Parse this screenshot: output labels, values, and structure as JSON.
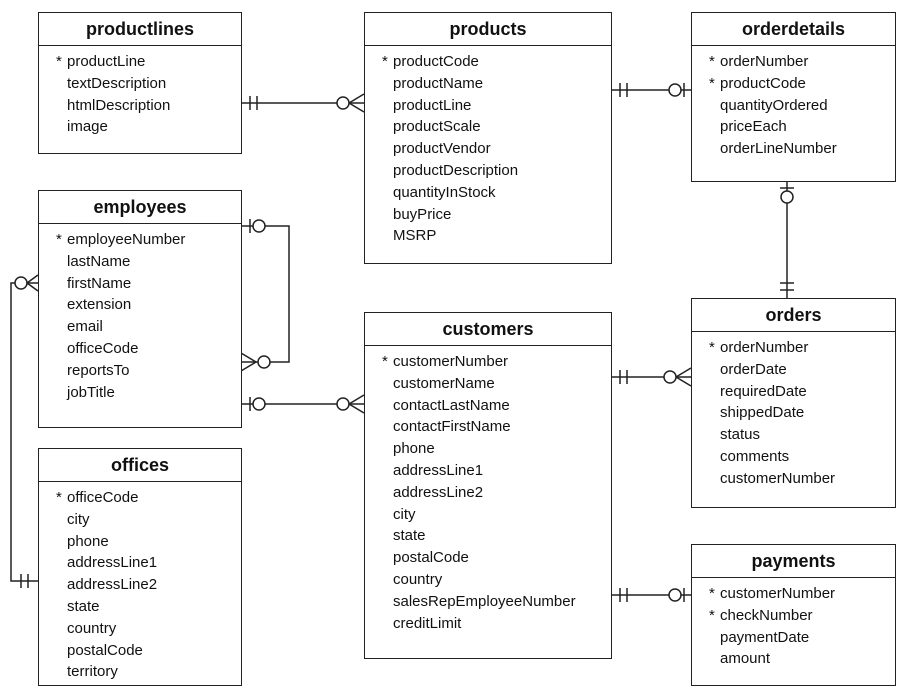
{
  "diagram": {
    "tables": {
      "productlines": {
        "title": "productlines",
        "fields": [
          {
            "name": "productLine",
            "key": "*"
          },
          {
            "name": "textDescription",
            "key": ""
          },
          {
            "name": "htmlDescription",
            "key": ""
          },
          {
            "name": "image",
            "key": ""
          }
        ]
      },
      "products": {
        "title": "products",
        "fields": [
          {
            "name": "productCode",
            "key": "*"
          },
          {
            "name": "productName",
            "key": ""
          },
          {
            "name": "productLine",
            "key": ""
          },
          {
            "name": "productScale",
            "key": ""
          },
          {
            "name": "productVendor",
            "key": ""
          },
          {
            "name": "productDescription",
            "key": ""
          },
          {
            "name": "quantityInStock",
            "key": ""
          },
          {
            "name": "buyPrice",
            "key": ""
          },
          {
            "name": "MSRP",
            "key": ""
          }
        ]
      },
      "orderdetails": {
        "title": "orderdetails",
        "fields": [
          {
            "name": "orderNumber",
            "key": "*"
          },
          {
            "name": "productCode",
            "key": "*"
          },
          {
            "name": "quantityOrdered",
            "key": ""
          },
          {
            "name": "priceEach",
            "key": ""
          },
          {
            "name": "orderLineNumber",
            "key": ""
          }
        ]
      },
      "employees": {
        "title": "employees",
        "fields": [
          {
            "name": "employeeNumber",
            "key": "*"
          },
          {
            "name": "lastName",
            "key": ""
          },
          {
            "name": "firstName",
            "key": ""
          },
          {
            "name": "extension",
            "key": ""
          },
          {
            "name": "email",
            "key": ""
          },
          {
            "name": "officeCode",
            "key": ""
          },
          {
            "name": "reportsTo",
            "key": ""
          },
          {
            "name": "jobTitle",
            "key": ""
          }
        ]
      },
      "customers": {
        "title": "customers",
        "fields": [
          {
            "name": "customerNumber",
            "key": "*"
          },
          {
            "name": "customerName",
            "key": ""
          },
          {
            "name": "contactLastName",
            "key": ""
          },
          {
            "name": "contactFirstName",
            "key": ""
          },
          {
            "name": "phone",
            "key": ""
          },
          {
            "name": "addressLine1",
            "key": ""
          },
          {
            "name": "addressLine2",
            "key": ""
          },
          {
            "name": "city",
            "key": ""
          },
          {
            "name": "state",
            "key": ""
          },
          {
            "name": "postalCode",
            "key": ""
          },
          {
            "name": "country",
            "key": ""
          },
          {
            "name": "salesRepEmployeeNumber",
            "key": ""
          },
          {
            "name": "creditLimit",
            "key": ""
          }
        ]
      },
      "orders": {
        "title": "orders",
        "fields": [
          {
            "name": "orderNumber",
            "key": "*"
          },
          {
            "name": "orderDate",
            "key": ""
          },
          {
            "name": "requiredDate",
            "key": ""
          },
          {
            "name": "shippedDate",
            "key": ""
          },
          {
            "name": "status",
            "key": ""
          },
          {
            "name": "comments",
            "key": ""
          },
          {
            "name": "customerNumber",
            "key": ""
          }
        ]
      },
      "offices": {
        "title": "offices",
        "fields": [
          {
            "name": "officeCode",
            "key": "*"
          },
          {
            "name": "city",
            "key": ""
          },
          {
            "name": "phone",
            "key": ""
          },
          {
            "name": "addressLine1",
            "key": ""
          },
          {
            "name": "addressLine2",
            "key": ""
          },
          {
            "name": "state",
            "key": ""
          },
          {
            "name": "country",
            "key": ""
          },
          {
            "name": "postalCode",
            "key": ""
          },
          {
            "name": "territory",
            "key": ""
          }
        ]
      },
      "payments": {
        "title": "payments",
        "fields": [
          {
            "name": "customerNumber",
            "key": "*"
          },
          {
            "name": "checkNumber",
            "key": "*"
          },
          {
            "name": "paymentDate",
            "key": ""
          },
          {
            "name": "amount",
            "key": ""
          }
        ]
      }
    },
    "relationships": [
      {
        "from": "productlines",
        "to": "products",
        "from_card": "one-and-only-one",
        "to_card": "zero-or-many"
      },
      {
        "from": "products",
        "to": "orderdetails",
        "from_card": "one-and-only-one",
        "to_card": "zero-or-one"
      },
      {
        "from": "orders",
        "to": "orderdetails",
        "from_card": "one-and-only-one",
        "to_card": "zero-or-one"
      },
      {
        "from": "customers",
        "to": "orders",
        "from_card": "one-and-only-one",
        "to_card": "zero-or-many"
      },
      {
        "from": "customers",
        "to": "payments",
        "from_card": "one-and-only-one",
        "to_card": "zero-or-one"
      },
      {
        "from": "employees",
        "to": "customers",
        "from_card": "zero-or-one",
        "to_card": "zero-or-many"
      },
      {
        "from": "employees",
        "to": "employees",
        "from_card": "zero-or-one",
        "to_card": "zero-or-many"
      },
      {
        "from": "offices",
        "to": "employees",
        "from_card": "one-and-only-one",
        "to_card": "zero-or-many"
      }
    ]
  }
}
